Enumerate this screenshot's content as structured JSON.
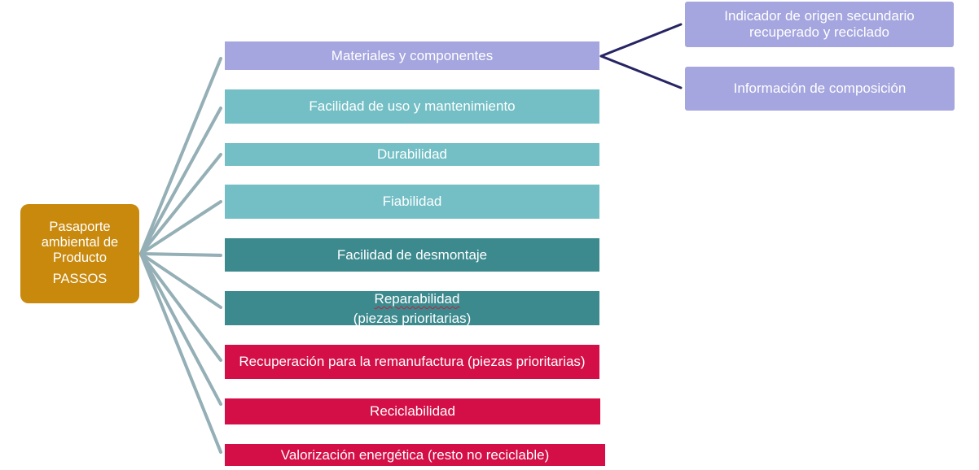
{
  "colors": {
    "root": "#c8890d",
    "lavender": "#a5a5df",
    "teal_light": "#73bfc5",
    "teal_dark": "#3c8a8e",
    "crimson": "#d40e46",
    "connector_gray": "#94afb5",
    "connector_navy": "#262463"
  },
  "root": {
    "title": "Pasaporte ambiental de Producto",
    "subtitle": "PASSOS"
  },
  "branches": [
    {
      "label": "Materiales y componentes",
      "color": "lavender"
    },
    {
      "label": "Facilidad de uso y mantenimiento",
      "color": "teal_light"
    },
    {
      "label": "Durabilidad",
      "color": "teal_light"
    },
    {
      "label": "Fiabilidad",
      "color": "teal_light"
    },
    {
      "label": "Facilidad de desmontaje",
      "color": "teal_dark"
    },
    {
      "label": "Reparabilidad",
      "sublabel": "(piezas prioritarias)",
      "color": "teal_dark"
    },
    {
      "label": "Recuperación para la remanufactura (piezas prioritarias)",
      "color": "crimson"
    },
    {
      "label": "Reciclabilidad",
      "color": "crimson"
    },
    {
      "label": "Valorización energética (resto no reciclable)",
      "color": "crimson"
    }
  ],
  "sub_branches": [
    {
      "label": "Indicador de origen secundario recuperado y reciclado",
      "color": "lavender"
    },
    {
      "label": "Información de composición",
      "color": "lavender"
    }
  ]
}
